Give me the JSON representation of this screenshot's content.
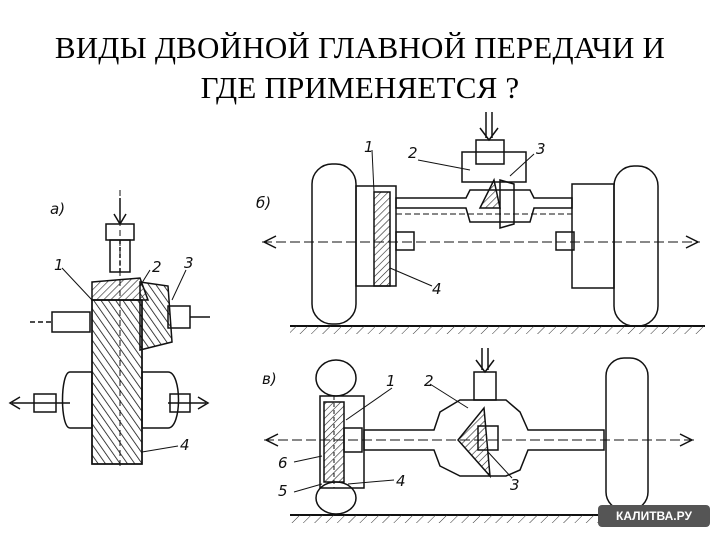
{
  "title": {
    "line1": "ВИДЫ ДВОЙНОЙ ГЛАВНОЙ ПЕРЕДАЧИ И",
    "line2": "ГДЕ ПРИМЕНЯЕТСЯ ?"
  },
  "figure_a": {
    "label": "а)",
    "parts": [
      "1",
      "2",
      "3",
      "4"
    ]
  },
  "figure_b": {
    "label": "б)",
    "parts": [
      "1",
      "2",
      "3",
      "4"
    ]
  },
  "figure_v": {
    "label": "в)",
    "parts": [
      "1",
      "2",
      "3",
      "4",
      "5",
      "6"
    ]
  },
  "watermark": "КАЛИТВА.РУ"
}
